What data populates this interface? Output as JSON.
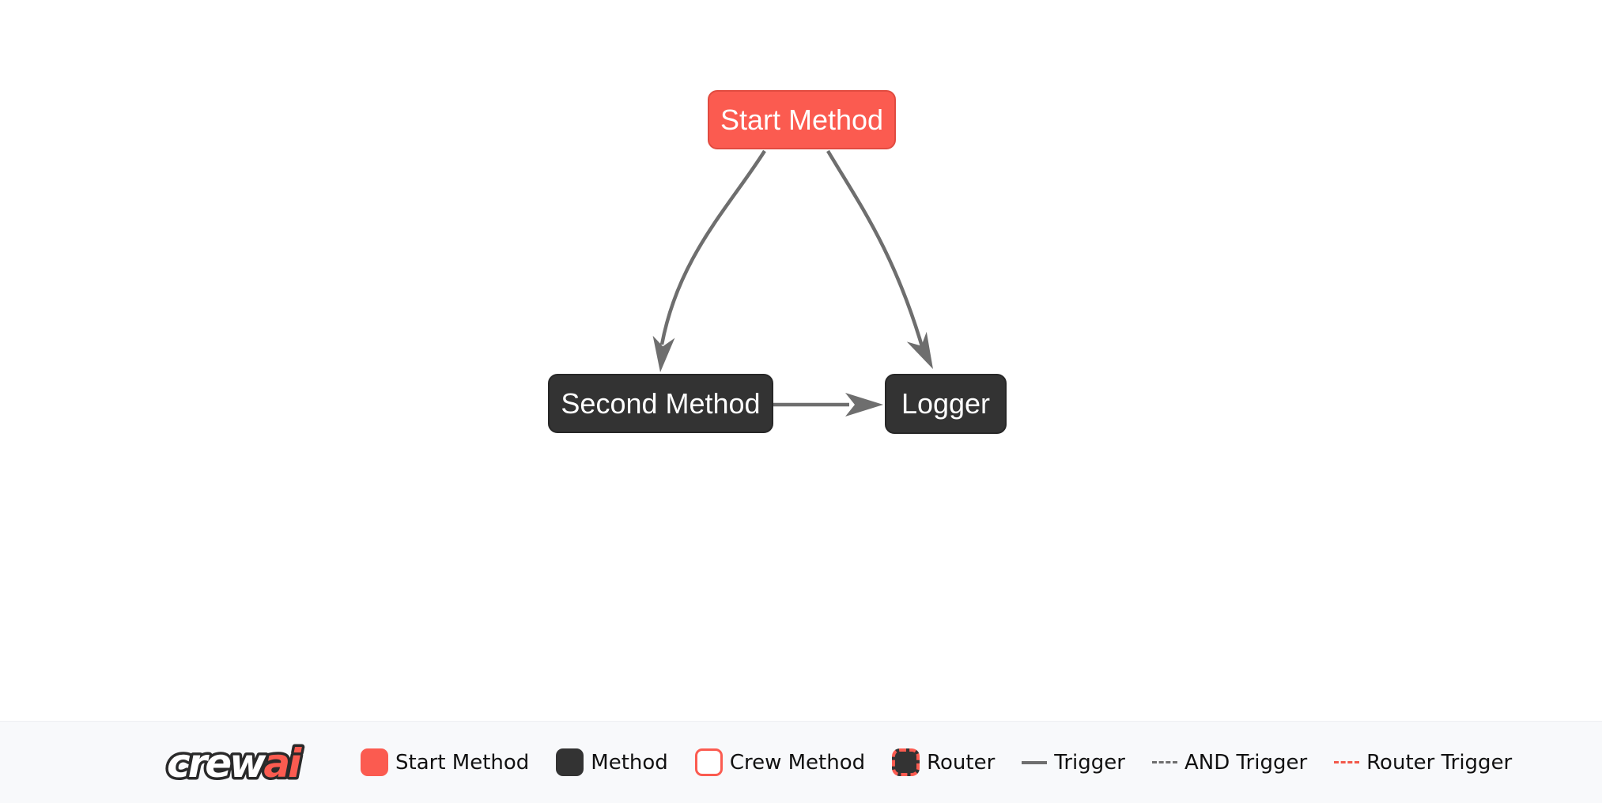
{
  "diagram": {
    "nodes": [
      {
        "id": "start_method",
        "label": "Start Method",
        "type": "start-method"
      },
      {
        "id": "second_method",
        "label": "Second Method",
        "type": "method"
      },
      {
        "id": "logger",
        "label": "Logger",
        "type": "method"
      }
    ],
    "edges": [
      {
        "from": "start_method",
        "to": "second_method",
        "type": "trigger"
      },
      {
        "from": "start_method",
        "to": "logger",
        "type": "trigger"
      },
      {
        "from": "second_method",
        "to": "logger",
        "type": "trigger"
      }
    ],
    "colors": {
      "start_method_fill": "#fb5b50",
      "method_fill": "#333333",
      "node_text": "#ffffff",
      "edge": "#6e6e6e"
    }
  },
  "footer": {
    "logo": {
      "crew": "crew",
      "ai": "ai"
    },
    "legend": [
      {
        "label": "Start Method",
        "swatch": "start-method-box"
      },
      {
        "label": "Method",
        "swatch": "method-box"
      },
      {
        "label": "Crew Method",
        "swatch": "crew-method-box"
      },
      {
        "label": "Router",
        "swatch": "router-box"
      },
      {
        "label": "Trigger",
        "swatch": "solid-gray-line"
      },
      {
        "label": "AND Trigger",
        "swatch": "dashed-gray-line"
      },
      {
        "label": "Router Trigger",
        "swatch": "dashed-red-line"
      }
    ],
    "colors": {
      "background": "#f8f9fb",
      "text": "#111111",
      "brand_red": "#fb5b50",
      "line_gray": "#6e6e6e"
    }
  }
}
